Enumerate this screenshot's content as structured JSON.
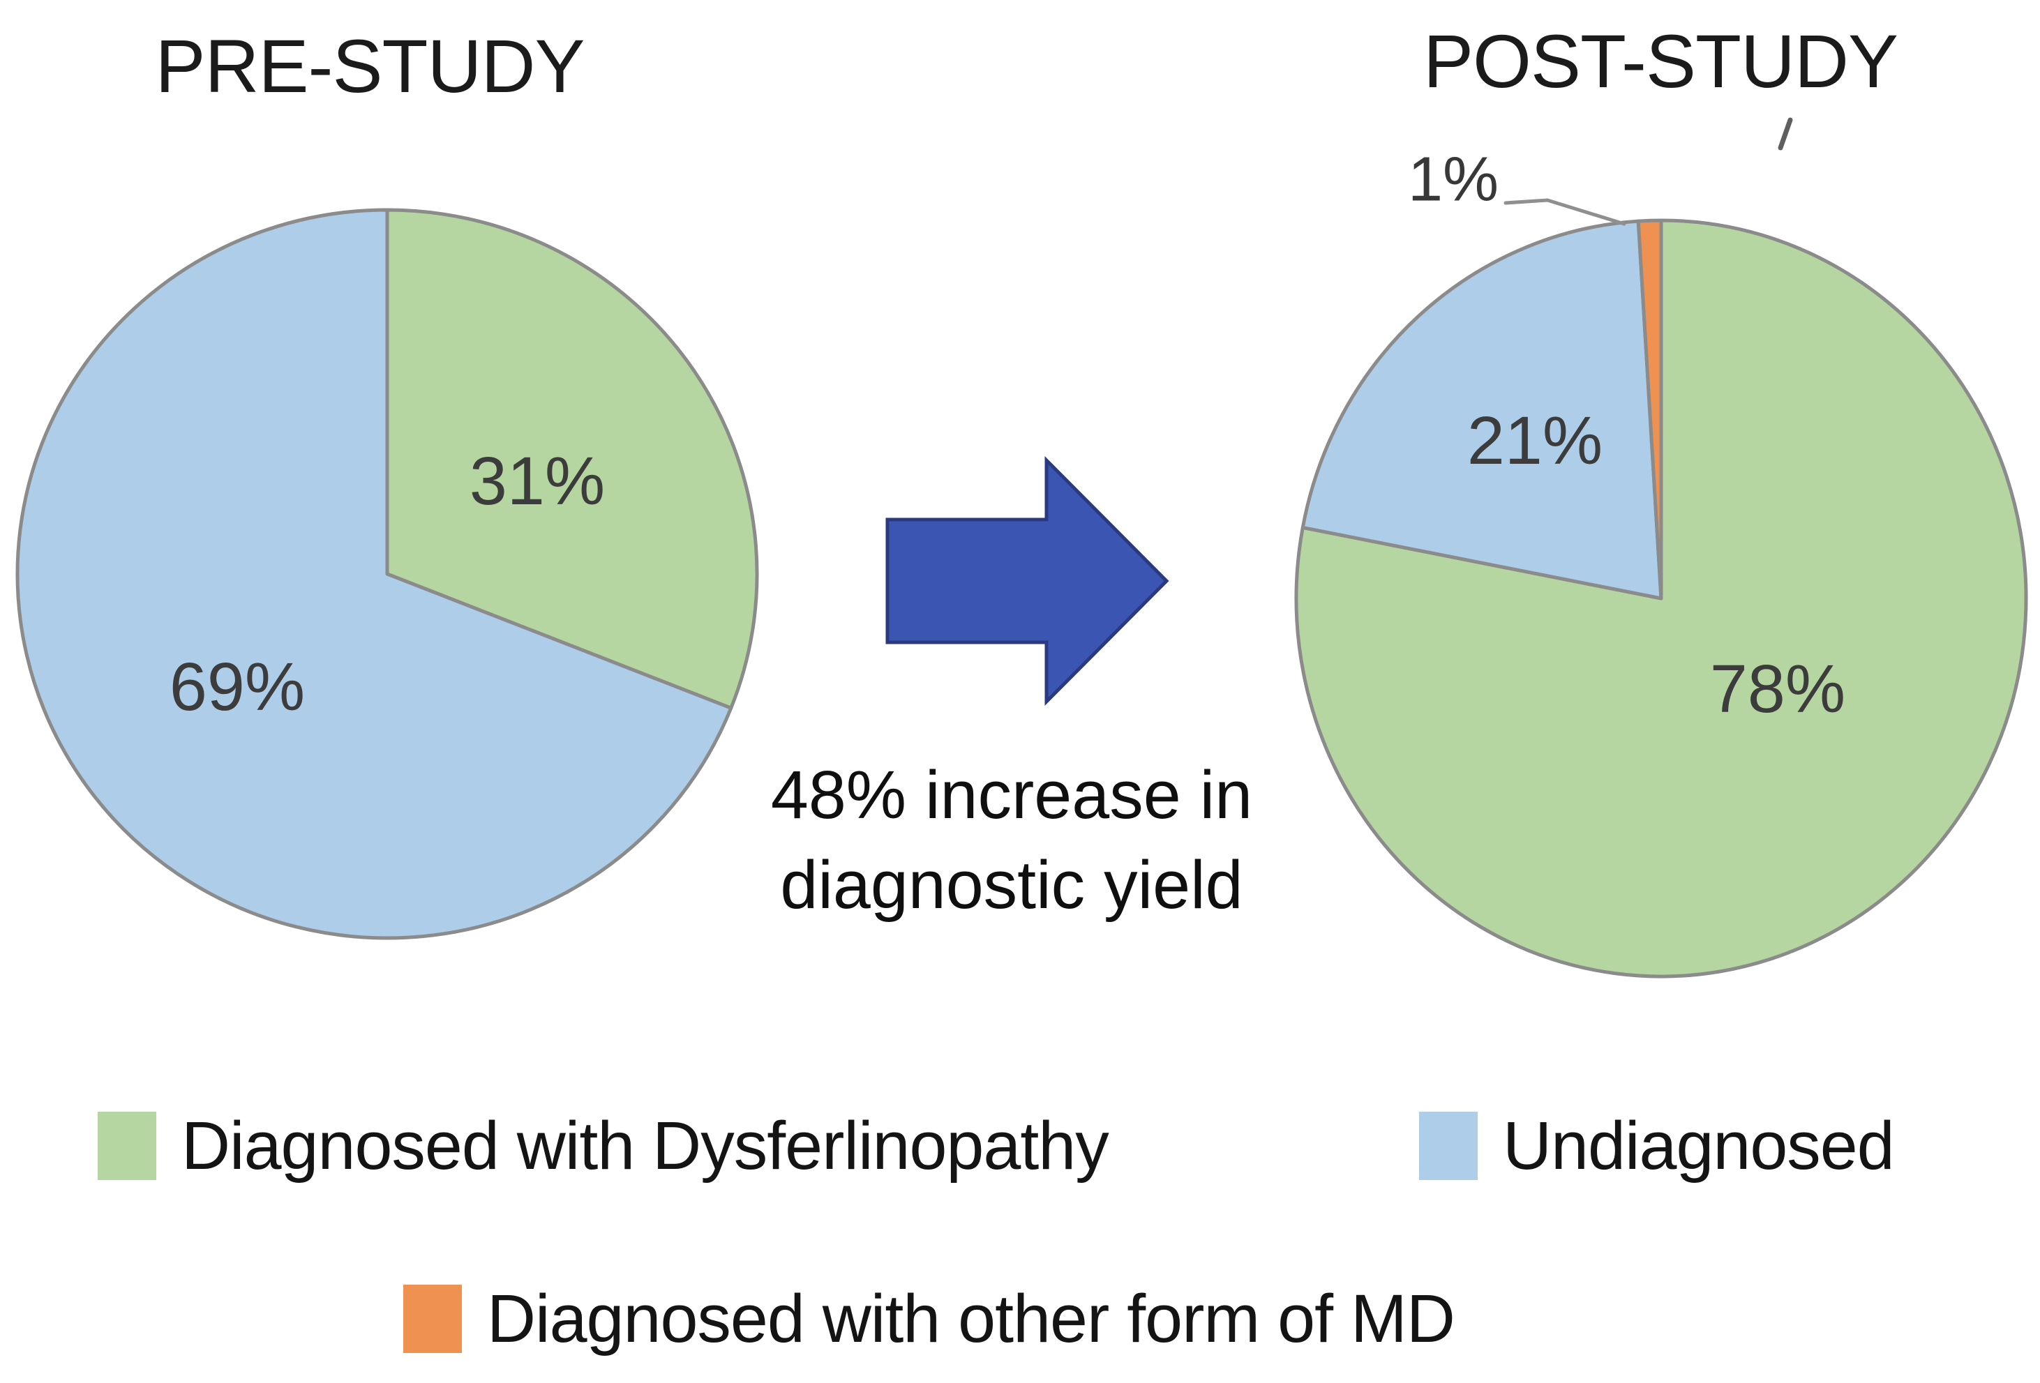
{
  "figure": {
    "pre_title": "PRE-STUDY",
    "post_title": "POST-STUDY",
    "arrow_caption_line1": "48% increase in",
    "arrow_caption_line2": "diagnostic yield"
  },
  "colors": {
    "diagnosed_green": "#b5d6a0",
    "undiagnosed_blue": "#aecde9",
    "other_md_orange": "#ef9150",
    "pie_border_gray": "#8b8b8b",
    "arrow_fill": "#3b55b2",
    "arrow_stroke": "#2b3a7f",
    "leader_line": "#8f8f8f",
    "tick_mark": "#5f5f5f",
    "text_dark": "#1b1b1b"
  },
  "chart_data": [
    {
      "type": "pie",
      "title": "PRE-STUDY",
      "start_angle_deg": 0,
      "direction": "clockwise",
      "slices": [
        {
          "label": "Diagnosed with Dysferlinopathy",
          "value": 31,
          "label_text": "31%",
          "color": "#b5d6a0"
        },
        {
          "label": "Undiagnosed",
          "value": 69,
          "label_text": "69%",
          "color": "#aecde9"
        }
      ]
    },
    {
      "type": "pie",
      "title": "POST-STUDY",
      "start_angle_deg": 0,
      "direction": "clockwise",
      "slices": [
        {
          "label": "Diagnosed with Dysferlinopathy",
          "value": 78,
          "label_text": "78%",
          "color": "#b5d6a0"
        },
        {
          "label": "Undiagnosed",
          "value": 21,
          "label_text": "21%",
          "color": "#aecde9"
        },
        {
          "label": "Diagnosed with other form of MD",
          "value": 1,
          "label_text": "1%",
          "color": "#ef9150",
          "callout": true
        }
      ]
    }
  ],
  "legend": [
    {
      "label": "Diagnosed with Dysferlinopathy",
      "color": "#b5d6a0"
    },
    {
      "label": "Undiagnosed",
      "color": "#aecde9"
    },
    {
      "label": "Diagnosed with other form of MD",
      "color": "#ef9150"
    }
  ]
}
